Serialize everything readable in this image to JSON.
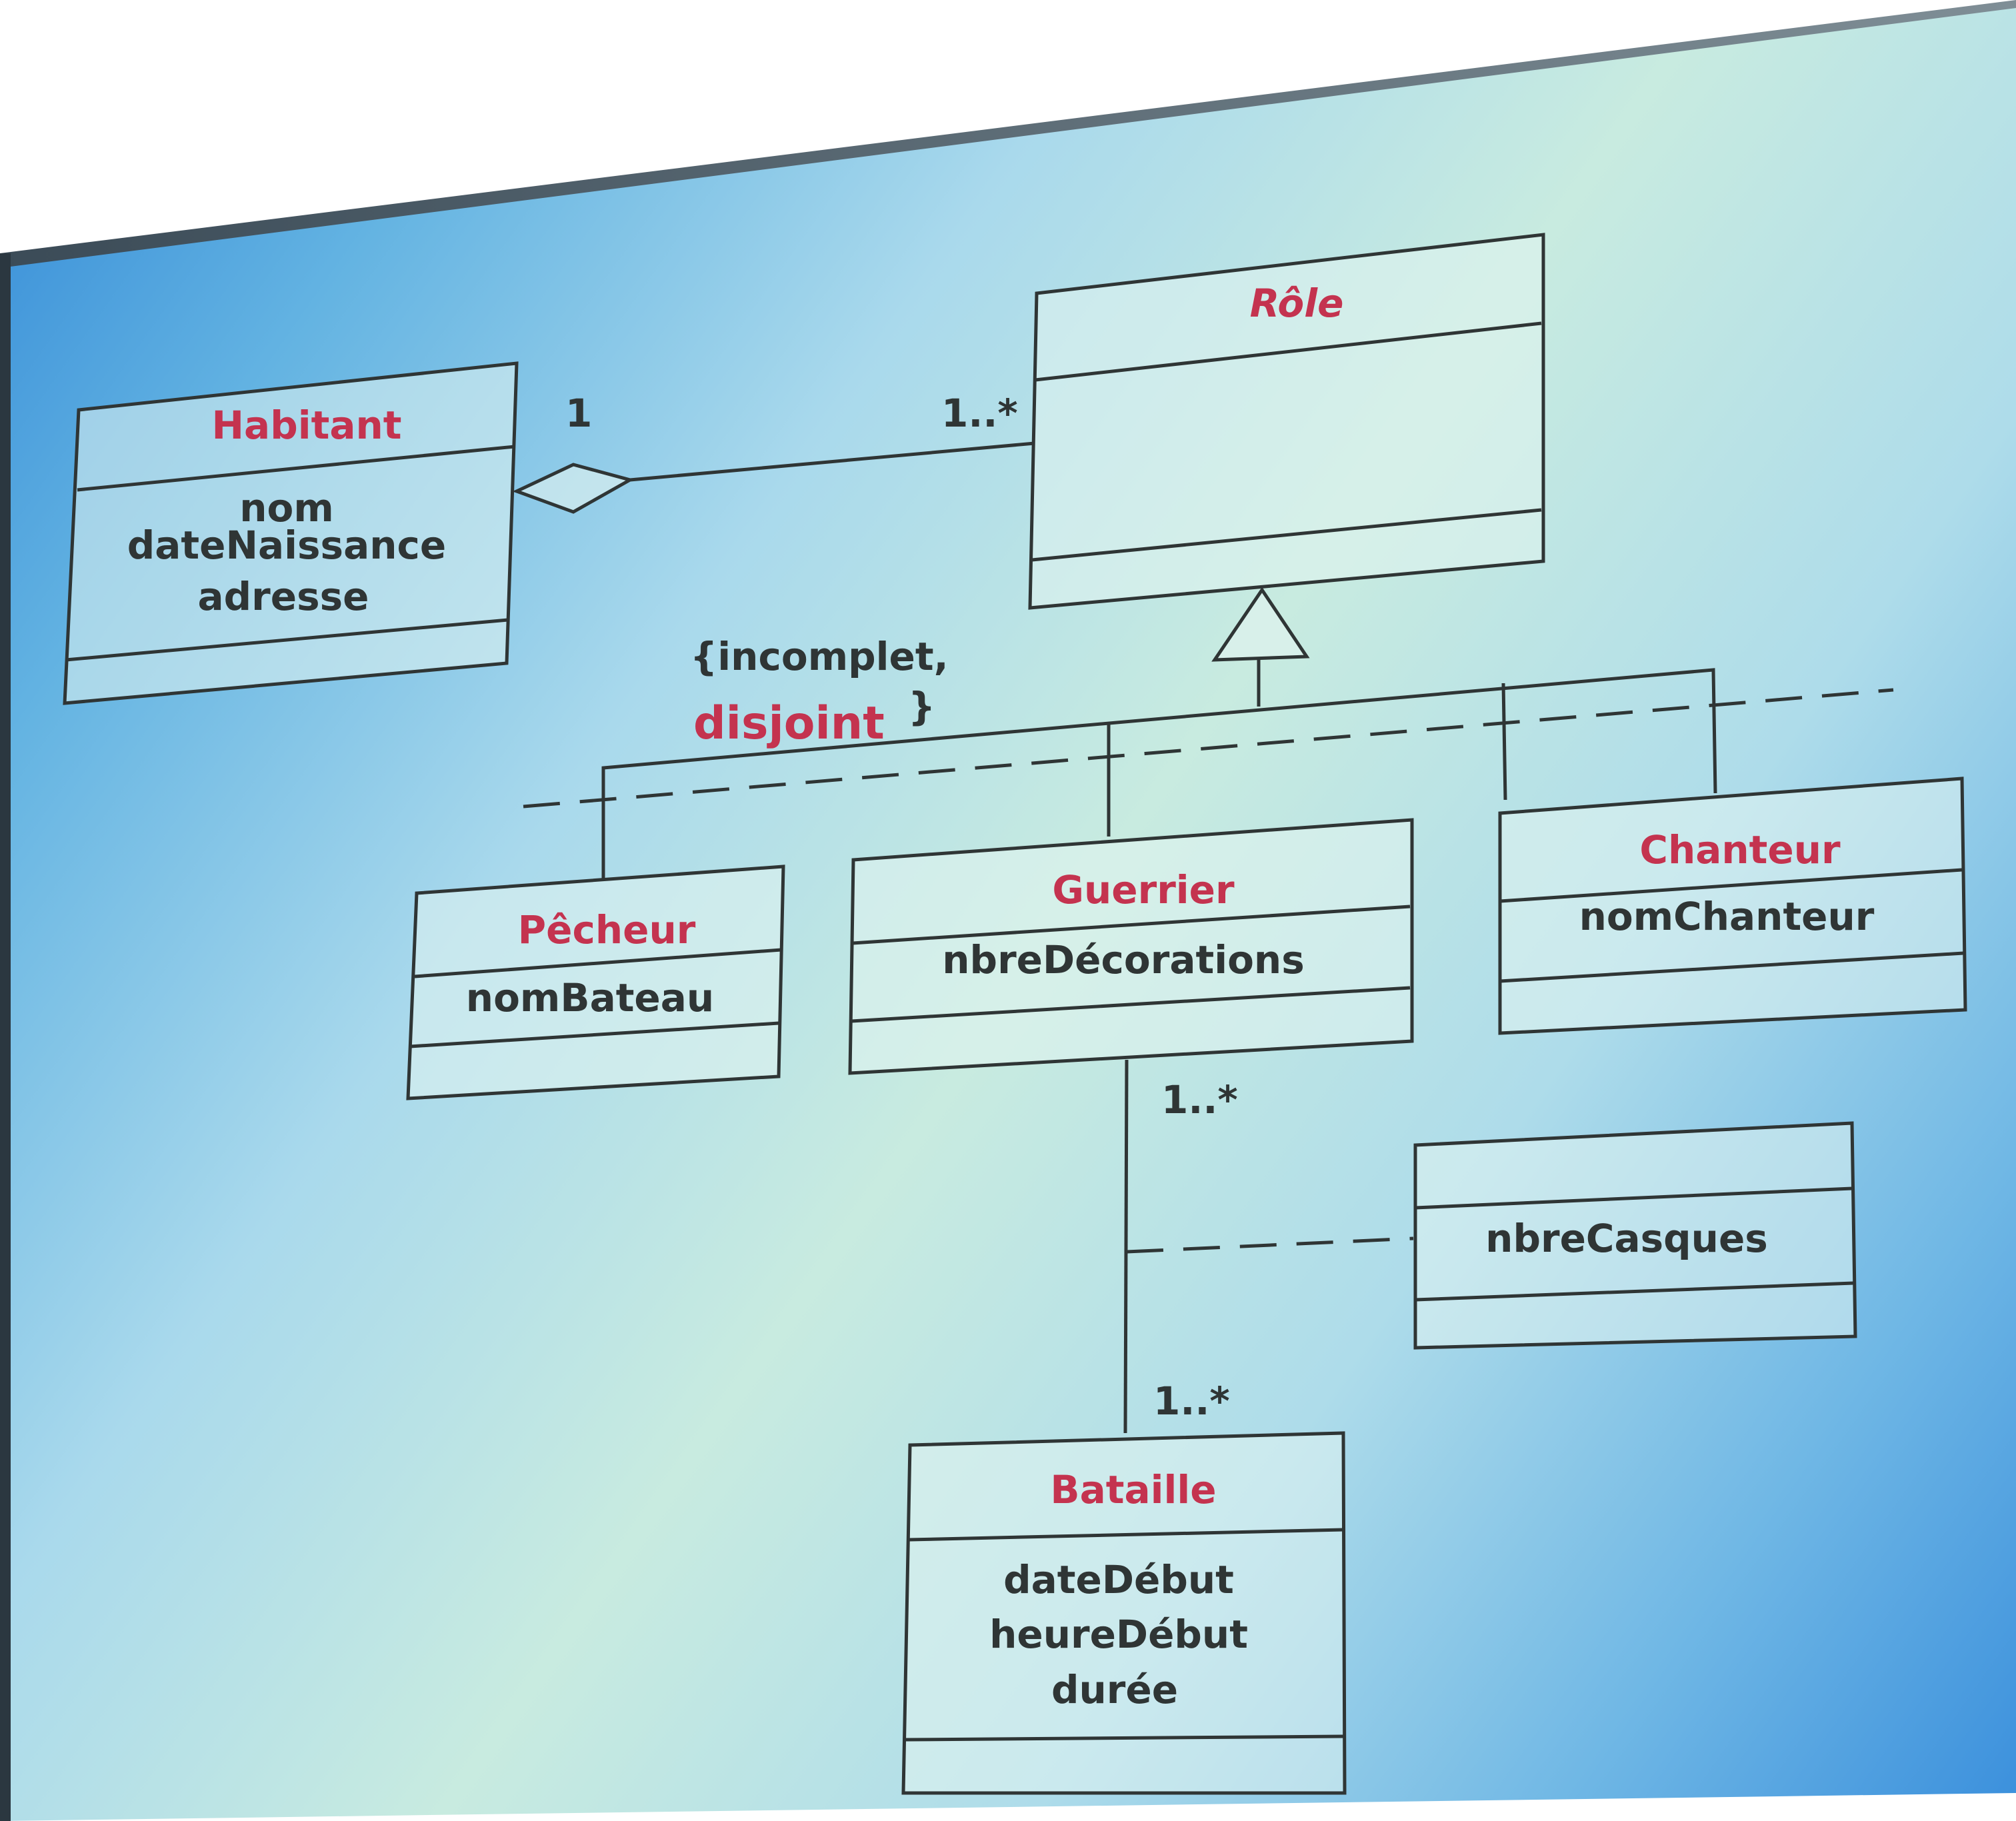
{
  "classes": {
    "habitant": {
      "name": "Habitant",
      "attributes": [
        "nom",
        "dateNaissance",
        "adresse"
      ]
    },
    "role": {
      "name": "Rôle"
    },
    "pecheur": {
      "name": "Pêcheur",
      "attributes": [
        "nomBateau"
      ]
    },
    "guerrier": {
      "name": "Guerrier",
      "attributes": [
        "nbreDécorations"
      ]
    },
    "chanteur": {
      "name": "Chanteur",
      "attributes": [
        "nomChanteur"
      ]
    },
    "association_class": {
      "attributes": [
        "nbreCasques"
      ]
    },
    "bataille": {
      "name": "Bataille",
      "attributes": [
        "dateDébut",
        "heureDébut",
        "durée"
      ]
    }
  },
  "multiplicities": {
    "habitant_end": "1",
    "role_end": "1..*",
    "guerrier_end": "1..*",
    "bataille_end": "1..*"
  },
  "constraint": {
    "line1": "{incomplet,",
    "word": "disjoint",
    "close": "}"
  },
  "colors": {
    "class_title": "#c4334f",
    "text": "#2f3535",
    "screen_light": "#c8ebe0",
    "screen_dark": "#2f86d6"
  }
}
